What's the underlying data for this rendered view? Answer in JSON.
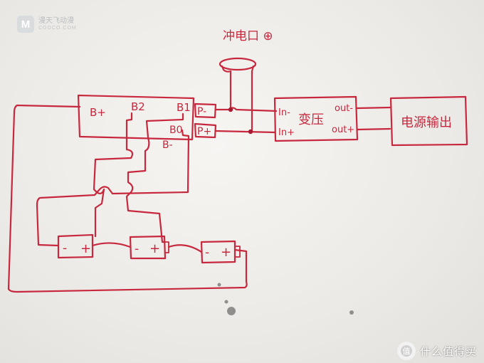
{
  "watermark": {
    "logo_letter": "M",
    "name": "漫天飞动漫",
    "domain": "COOCO.COM"
  },
  "diagram": {
    "charge_port_label": "冲电口 ⊕",
    "bms_labels": {
      "b_plus": "B+",
      "b2": "B2",
      "b1": "B1",
      "b_zero": "B0",
      "b_minus": "B-",
      "p_minus": "P-",
      "p_plus": "P+"
    },
    "converter": {
      "in_minus": "In-",
      "in_plus": "In+",
      "title": "变压",
      "out_minus": "out-",
      "out_plus": "out+"
    },
    "output_box_label": "电源输出",
    "cells": [
      {
        "minus": "-",
        "plus": "+"
      },
      {
        "minus": "-",
        "plus": "+"
      },
      {
        "minus": "-",
        "plus": "+"
      }
    ]
  },
  "credit": {
    "icon": "smzdm-logo-icon",
    "text": "什么值得买"
  },
  "colors": {
    "ink": "#c8283e",
    "paper": "#eceae6"
  }
}
